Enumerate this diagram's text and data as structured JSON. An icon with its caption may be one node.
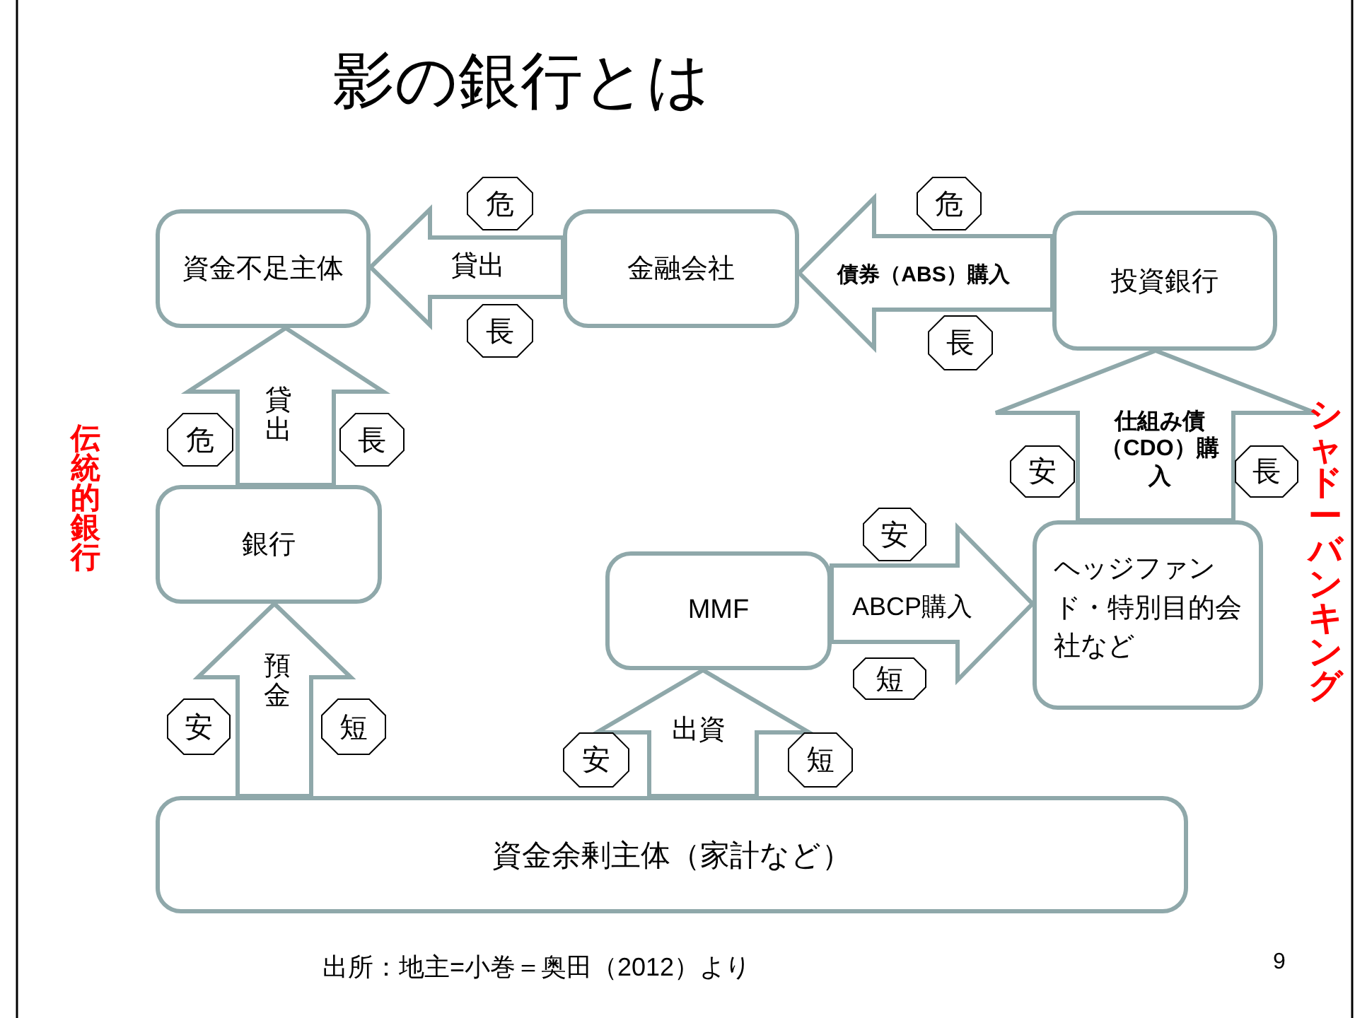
{
  "diagram": {
    "title": "影の銀行とは",
    "nodes": [
      {
        "text": [
          "危"
        ]
      },
      {
        "text": [
          "危"
        ]
      },
      {
        "text": [
          "資金不足主体"
        ]
      },
      {
        "text": [
          "金融会社"
        ]
      },
      {
        "text": [
          "投資銀行"
        ]
      },
      {
        "text": [
          "長"
        ]
      },
      {
        "text": [
          "長"
        ]
      },
      {
        "text": [
          "危"
        ]
      },
      {
        "text": [
          "長"
        ]
      },
      {
        "text": [
          "安"
        ]
      },
      {
        "text": [
          "長"
        ]
      },
      {
        "text": [
          "銀行"
        ]
      },
      {
        "text": [
          "安"
        ]
      },
      {
        "text": [
          "MMF"
        ]
      },
      {
        "text": [
          "ヘッジファンド・特別目的会社など"
        ]
      },
      {
        "text": [
          "短"
        ]
      },
      {
        "text": [
          "安"
        ]
      },
      {
        "text": [
          "短"
        ]
      },
      {
        "text": [
          "安"
        ]
      },
      {
        "text": [
          "短"
        ]
      },
      {
        "text": [
          "資金余剰主体（家計など）"
        ]
      }
    ],
    "edges": [
      {
        "from": 3,
        "to": 2,
        "arrow": "to",
        "label": "貸出"
      },
      {
        "from": 4,
        "to": 3,
        "arrow": "to",
        "label": "債券（ABS）購入"
      },
      {
        "from": 11,
        "to": 2,
        "arrow": "to",
        "label": "貸出"
      },
      {
        "from": 20,
        "to": 11,
        "arrow": "to",
        "label": "預金"
      },
      {
        "from": 20,
        "to": 13,
        "arrow": "to",
        "label": "出資"
      },
      {
        "from": 13,
        "to": 14,
        "arrow": "to",
        "label": "ABCP購入"
      },
      {
        "from": 14,
        "to": 4,
        "arrow": "to",
        "label": "仕組み債（CDO）購入"
      }
    ],
    "labels": [
      "伝統的銀行",
      "シャドーバンキング",
      "出所：地主=小巻＝奥田（2012）より",
      "9"
    ]
  }
}
